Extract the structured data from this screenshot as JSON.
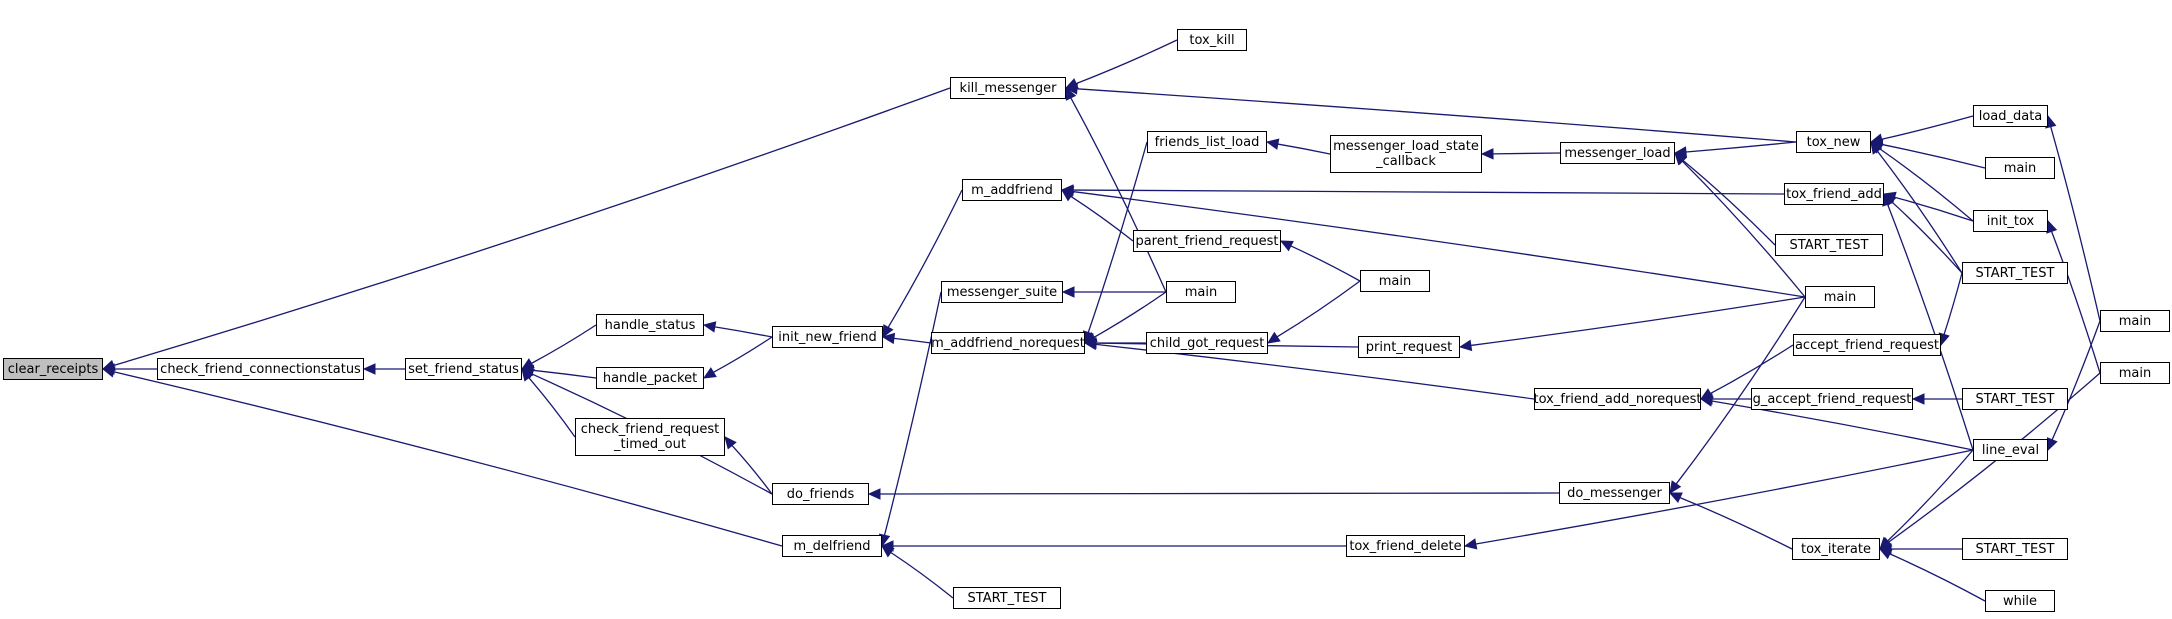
{
  "graph": {
    "edge_color": "#191970",
    "root_fill": "#bfbfbf",
    "nodes": [
      {
        "id": "clear_receipts",
        "label": "clear_receipts",
        "root": true
      },
      {
        "id": "check_friend_connectionstatus",
        "label": "check_friend_connectionstatus"
      },
      {
        "id": "set_friend_status",
        "label": "set_friend_status"
      },
      {
        "id": "handle_status",
        "label": "handle_status"
      },
      {
        "id": "handle_packet",
        "label": "handle_packet"
      },
      {
        "id": "check_friend_request_timed_out",
        "label": "check_friend_request\n_timed_out"
      },
      {
        "id": "do_friends",
        "label": "do_friends"
      },
      {
        "id": "m_delfriend",
        "label": "m_delfriend"
      },
      {
        "id": "kill_messenger",
        "label": "kill_messenger"
      },
      {
        "id": "init_new_friend",
        "label": "init_new_friend"
      },
      {
        "id": "m_addfriend",
        "label": "m_addfriend"
      },
      {
        "id": "messenger_suite",
        "label": "messenger_suite"
      },
      {
        "id": "m_addfriend_norequest",
        "label": "m_addfriend_norequest"
      },
      {
        "id": "start_test_1",
        "label": "START_TEST"
      },
      {
        "id": "tox_kill",
        "label": "tox_kill"
      },
      {
        "id": "friends_list_load",
        "label": "friends_list_load"
      },
      {
        "id": "parent_friend_request",
        "label": "parent_friend_request"
      },
      {
        "id": "main_1",
        "label": "main"
      },
      {
        "id": "child_got_request",
        "label": "child_got_request"
      },
      {
        "id": "main_2",
        "label": "main"
      },
      {
        "id": "print_request",
        "label": "print_request"
      },
      {
        "id": "messenger_load_state_callback",
        "label": "messenger_load_state\n_callback"
      },
      {
        "id": "messenger_load",
        "label": "messenger_load"
      },
      {
        "id": "tox_friend_add_norequest",
        "label": "tox_friend_add_norequest"
      },
      {
        "id": "do_messenger",
        "label": "do_messenger"
      },
      {
        "id": "tox_friend_delete",
        "label": "tox_friend_delete"
      },
      {
        "id": "tox_new",
        "label": "tox_new"
      },
      {
        "id": "tox_friend_add",
        "label": "tox_friend_add"
      },
      {
        "id": "start_test_2",
        "label": "START_TEST"
      },
      {
        "id": "main_3",
        "label": "main"
      },
      {
        "id": "accept_friend_request",
        "label": "accept_friend_request"
      },
      {
        "id": "g_accept_friend_request",
        "label": "g_accept_friend_request"
      },
      {
        "id": "tox_iterate",
        "label": "tox_iterate"
      },
      {
        "id": "load_data",
        "label": "load_data"
      },
      {
        "id": "main_4",
        "label": "main"
      },
      {
        "id": "init_tox",
        "label": "init_tox"
      },
      {
        "id": "start_test_3",
        "label": "START_TEST"
      },
      {
        "id": "start_test_4",
        "label": "START_TEST"
      },
      {
        "id": "line_eval",
        "label": "line_eval"
      },
      {
        "id": "start_test_5",
        "label": "START_TEST"
      },
      {
        "id": "while",
        "label": "while"
      },
      {
        "id": "main_5",
        "label": "main"
      },
      {
        "id": "main_6",
        "label": "main"
      }
    ],
    "edges": [
      [
        "check_friend_connectionstatus",
        "clear_receipts"
      ],
      [
        "kill_messenger",
        "clear_receipts"
      ],
      [
        "m_delfriend",
        "clear_receipts"
      ],
      [
        "set_friend_status",
        "check_friend_connectionstatus"
      ],
      [
        "handle_status",
        "set_friend_status"
      ],
      [
        "handle_packet",
        "set_friend_status"
      ],
      [
        "check_friend_request_timed_out",
        "set_friend_status"
      ],
      [
        "do_friends",
        "set_friend_status"
      ],
      [
        "init_new_friend",
        "handle_status"
      ],
      [
        "init_new_friend",
        "handle_packet"
      ],
      [
        "do_friends",
        "check_friend_request_timed_out"
      ],
      [
        "do_messenger",
        "do_friends"
      ],
      [
        "m_addfriend",
        "init_new_friend"
      ],
      [
        "m_addfriend_norequest",
        "init_new_friend"
      ],
      [
        "messenger_suite",
        "m_delfriend"
      ],
      [
        "start_test_1",
        "m_delfriend"
      ],
      [
        "tox_friend_delete",
        "m_delfriend"
      ],
      [
        "tox_kill",
        "kill_messenger"
      ],
      [
        "tox_new",
        "kill_messenger"
      ],
      [
        "main_1",
        "kill_messenger"
      ],
      [
        "parent_friend_request",
        "m_addfriend"
      ],
      [
        "tox_friend_add",
        "m_addfriend"
      ],
      [
        "main_3",
        "m_addfriend"
      ],
      [
        "main_1",
        "messenger_suite"
      ],
      [
        "friends_list_load",
        "m_addfriend_norequest"
      ],
      [
        "main_1",
        "m_addfriend_norequest"
      ],
      [
        "child_got_request",
        "m_addfriend_norequest"
      ],
      [
        "print_request",
        "m_addfriend_norequest"
      ],
      [
        "tox_friend_add_norequest",
        "m_addfriend_norequest"
      ],
      [
        "messenger_load_state_callback",
        "friends_list_load"
      ],
      [
        "main_2",
        "parent_friend_request"
      ],
      [
        "main_2",
        "child_got_request"
      ],
      [
        "main_3",
        "print_request"
      ],
      [
        "messenger_load",
        "messenger_load_state_callback"
      ],
      [
        "tox_new",
        "messenger_load"
      ],
      [
        "start_test_2",
        "messenger_load"
      ],
      [
        "main_3",
        "messenger_load"
      ],
      [
        "accept_friend_request",
        "tox_friend_add_norequest"
      ],
      [
        "g_accept_friend_request",
        "tox_friend_add_norequest"
      ],
      [
        "line_eval",
        "tox_friend_add_norequest"
      ],
      [
        "tox_iterate",
        "do_messenger"
      ],
      [
        "main_3",
        "do_messenger"
      ],
      [
        "line_eval",
        "tox_friend_delete"
      ],
      [
        "load_data",
        "tox_new"
      ],
      [
        "main_4",
        "tox_new"
      ],
      [
        "init_tox",
        "tox_new"
      ],
      [
        "start_test_3",
        "tox_new"
      ],
      [
        "init_tox",
        "tox_friend_add"
      ],
      [
        "start_test_3",
        "tox_friend_add"
      ],
      [
        "line_eval",
        "tox_friend_add"
      ],
      [
        "start_test_3",
        "accept_friend_request"
      ],
      [
        "start_test_4",
        "g_accept_friend_request"
      ],
      [
        "line_eval",
        "tox_iterate"
      ],
      [
        "start_test_5",
        "tox_iterate"
      ],
      [
        "while",
        "tox_iterate"
      ],
      [
        "main_6",
        "tox_iterate"
      ],
      [
        "main_5",
        "load_data"
      ],
      [
        "main_6",
        "init_tox"
      ],
      [
        "main_5",
        "line_eval"
      ]
    ]
  }
}
